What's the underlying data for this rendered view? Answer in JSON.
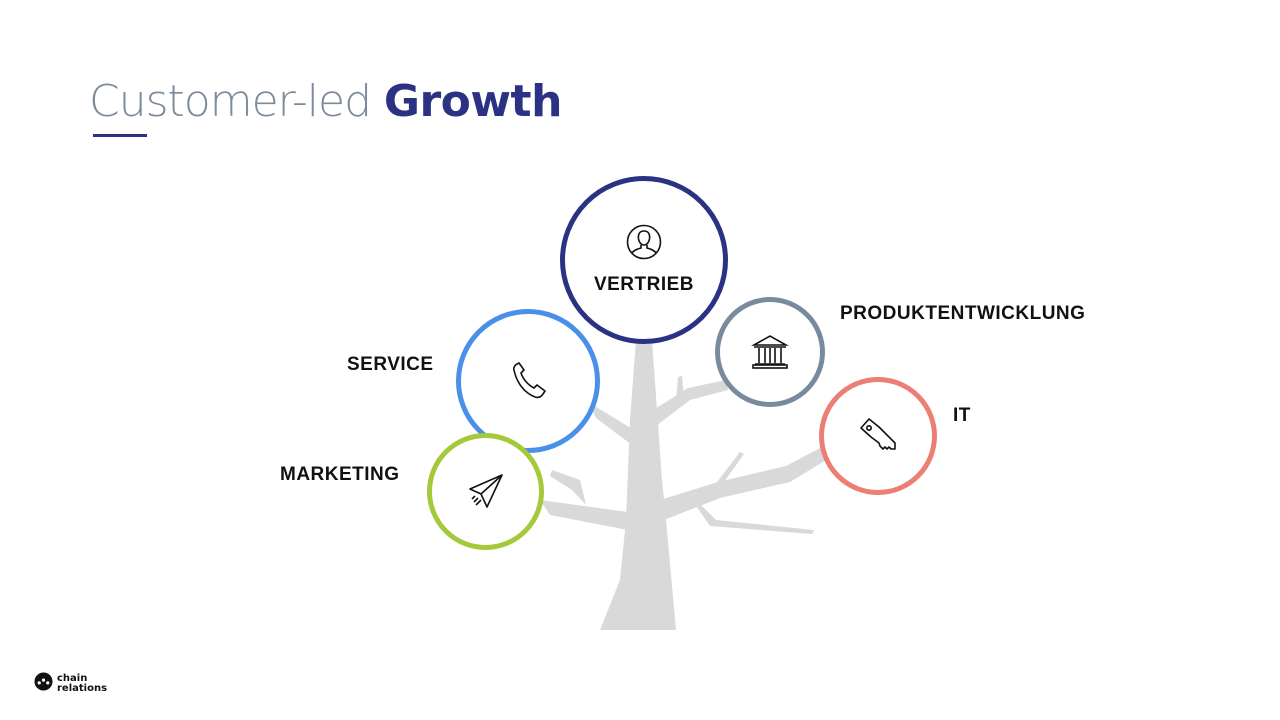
{
  "title": {
    "light": "Customer-led",
    "bold": "Growth"
  },
  "colors": {
    "title_light": "#7d8a9b",
    "accent": "#2b3183",
    "tree": "#d9d9d9",
    "vertrieb": "#2b3183",
    "service": "#4a90e8",
    "marketing": "#a4c93a",
    "produktentwicklung": "#7a8a9e",
    "it": "#ec7f74"
  },
  "nodes": [
    {
      "id": "vertrieb",
      "label": "VERTRIEB",
      "icon": "person-icon"
    },
    {
      "id": "produktentwicklung",
      "label": "PRODUKTENTWICKLUNG",
      "icon": "bank-building-icon"
    },
    {
      "id": "service",
      "label": "SERVICE",
      "icon": "phone-icon"
    },
    {
      "id": "it",
      "label": "IT",
      "icon": "key-icon"
    },
    {
      "id": "marketing",
      "label": "MARKETING",
      "icon": "paper-plane-icon"
    }
  ],
  "logo": {
    "line1": "chain",
    "line2": "relations"
  }
}
